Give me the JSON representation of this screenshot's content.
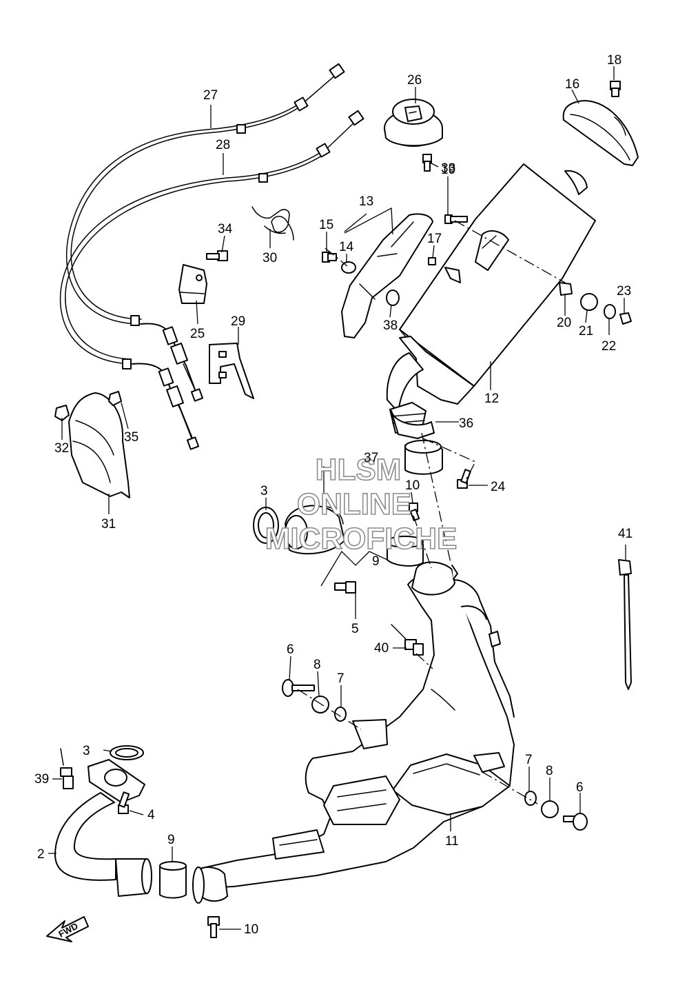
{
  "watermark": {
    "line1": "HLSM",
    "line2": "ONLINE",
    "line3": "MICROFICHE"
  },
  "direction_marker": "FWD",
  "callouts": [
    "2",
    "3",
    "3",
    "4",
    "5",
    "6",
    "6",
    "7",
    "7",
    "8",
    "8",
    "9",
    "9",
    "10",
    "10",
    "11",
    "12",
    "13",
    "14",
    "15",
    "16",
    "17",
    "18",
    "19",
    "20",
    "21",
    "22",
    "23",
    "24",
    "25",
    "26",
    "27",
    "28",
    "29",
    "30",
    "31",
    "32",
    "33",
    "34",
    "35",
    "36",
    "37",
    "38",
    "39",
    "40",
    "41"
  ]
}
